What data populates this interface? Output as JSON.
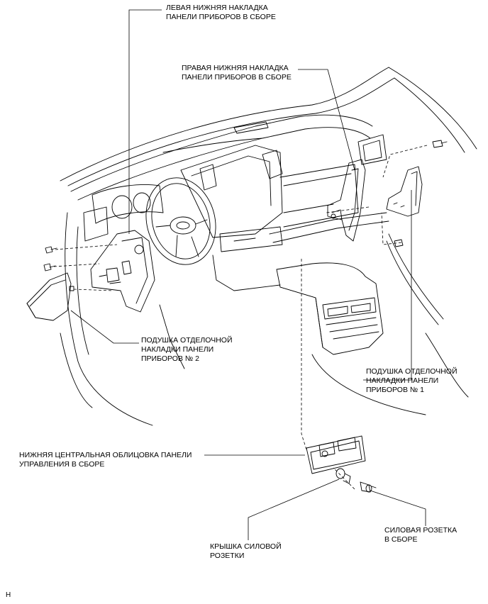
{
  "labels": {
    "left_lower_trim": [
      "ЛЕВАЯ НИЖНЯЯ НАКЛАДКА",
      "ПАНЕЛИ ПРИБОРОВ В СБОРЕ"
    ],
    "right_lower_trim": [
      "ПРАВАЯ НИЖНЯЯ НАКЛАДКА",
      "ПАНЕЛИ ПРИБОРОВ В СБОРЕ"
    ],
    "cushion_2": [
      "ПОДУШКА ОТДЕЛОЧНОЙ",
      "НАКЛАДКИ ПАНЕЛИ",
      "ПРИБОРОВ № 2"
    ],
    "cushion_1": [
      "ПОДУШКА ОТДЕЛОЧНОЙ",
      "НАКЛАДКИ ПАНЕЛИ",
      "ПРИБОРОВ № 1"
    ],
    "lower_center_finish": [
      "НИЖНЯЯ ЦЕНТРАЛЬНАЯ ОБЛИЦОВКА ПАНЕЛИ",
      "УПРАВЛЕНИЯ В СБОРЕ"
    ],
    "power_outlet_cover": [
      "КРЫШКА СИЛОВОЙ",
      "РОЗЕТКИ"
    ],
    "power_outlet": [
      "СИЛОВАЯ РОЗЕТКА",
      "В СБОРЕ"
    ]
  },
  "figure_code": "H"
}
